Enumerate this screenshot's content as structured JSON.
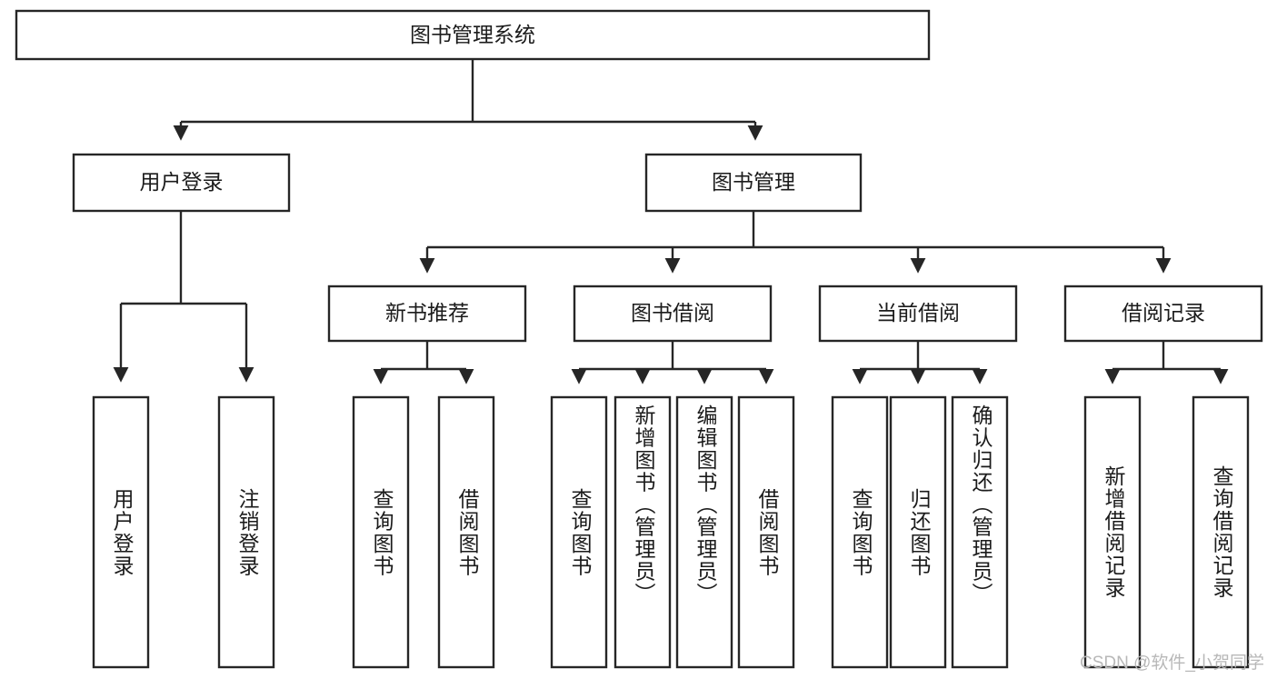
{
  "diagram": {
    "title": "图书管理系统",
    "type": "hierarchy-tree",
    "colors": {
      "stroke": "#262626",
      "fill": "#ffffff",
      "text": "#1b1b1b",
      "watermark": "#b8b8b8"
    }
  },
  "nodes": {
    "root": {
      "label": "图书管理系统"
    },
    "level2": [
      {
        "id": "user-login",
        "label": "用户登录"
      },
      {
        "id": "book-manage",
        "label": "图书管理"
      }
    ],
    "level3": [
      {
        "id": "new-book-recommend",
        "label": "新书推荐"
      },
      {
        "id": "book-borrow",
        "label": "图书借阅"
      },
      {
        "id": "current-borrow",
        "label": "当前借阅"
      },
      {
        "id": "borrow-record",
        "label": "借阅记录"
      }
    ],
    "leaves": {
      "user-login": [
        {
          "id": "leaf-user-login",
          "label": "用户登录"
        },
        {
          "id": "leaf-logout-login",
          "label": "注销登录"
        }
      ],
      "new-book-recommend": [
        {
          "id": "leaf-query-book-1",
          "label": "查询图书"
        },
        {
          "id": "leaf-borrow-book-1",
          "label": "借阅图书"
        }
      ],
      "book-borrow": [
        {
          "id": "leaf-query-book-2",
          "label": "查询图书"
        },
        {
          "id": "leaf-add-book",
          "label": "新增图书（管理员）"
        },
        {
          "id": "leaf-edit-book",
          "label": "编辑图书（管理员）"
        },
        {
          "id": "leaf-borrow-book-2",
          "label": "借阅图书"
        }
      ],
      "current-borrow": [
        {
          "id": "leaf-query-book-3",
          "label": "查询图书"
        },
        {
          "id": "leaf-return-book",
          "label": "归还图书"
        },
        {
          "id": "leaf-confirm-return",
          "label": "确认归还（管理员）"
        }
      ],
      "borrow-record": [
        {
          "id": "leaf-add-borrow-record",
          "label": "新增借阅记录"
        },
        {
          "id": "leaf-query-borrow-record",
          "label": "查询借阅记录"
        }
      ]
    }
  },
  "watermark": {
    "text": "CSDN @软件_小贺同学"
  }
}
